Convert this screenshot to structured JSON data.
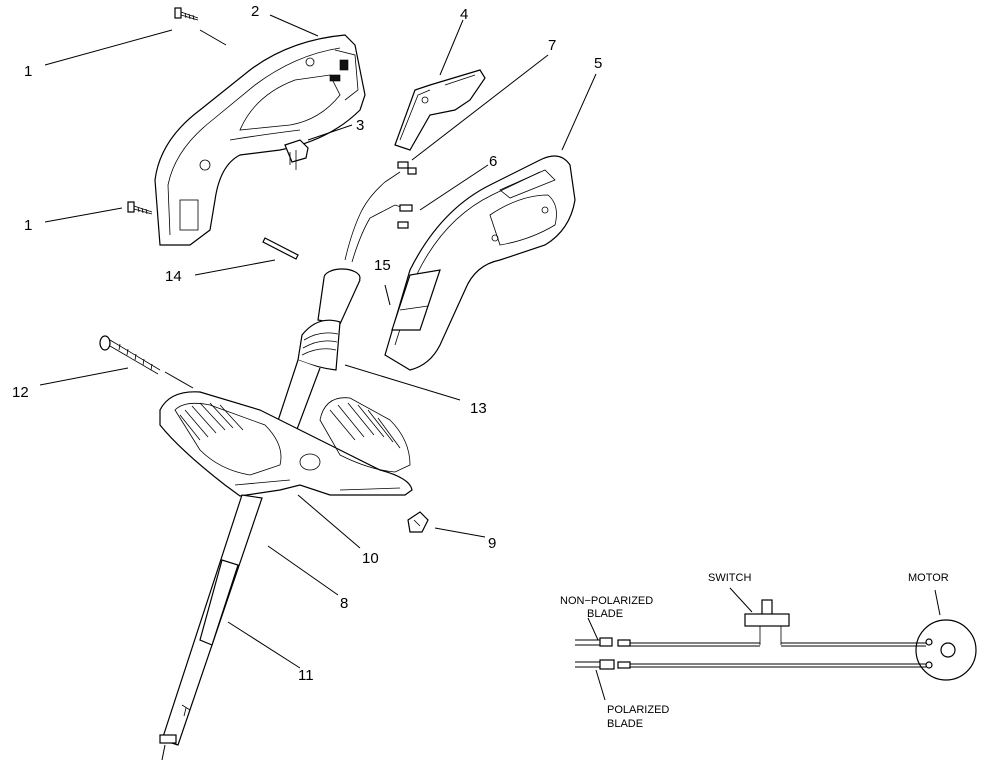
{
  "callouts": {
    "c1a": "1",
    "c1b": "1",
    "c2": "2",
    "c3": "3",
    "c4": "4",
    "c5": "5",
    "c6": "6",
    "c7": "7",
    "c8": "8",
    "c9": "9",
    "c10": "10",
    "c11": "11",
    "c12": "12",
    "c13": "13",
    "c14": "14",
    "c15": "15"
  },
  "wiring": {
    "switch": "SWITCH",
    "motor": "MOTOR",
    "non_polarized_line1": "NON−POLARIZED",
    "non_polarized_line2": "BLADE",
    "polarized_line1": "POLARIZED",
    "polarized_line2": "BLADE"
  }
}
